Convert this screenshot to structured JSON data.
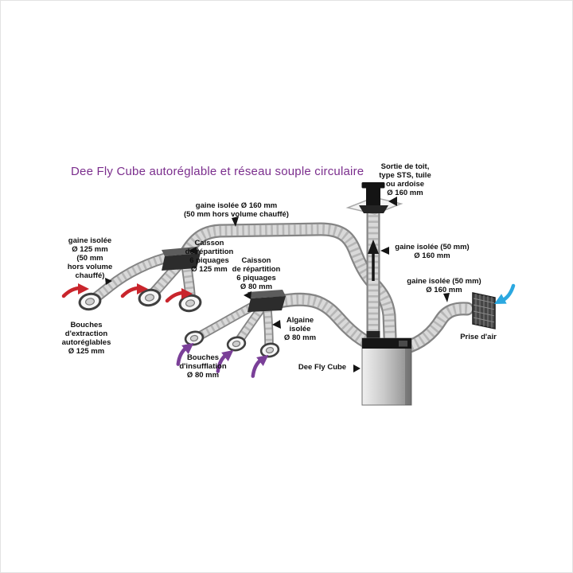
{
  "title": "Dee Fly Cube autoréglable et réseau souple circulaire",
  "colors": {
    "title_accent": "#7b2e8d",
    "extraction_arrow": "#c9252c",
    "insufflation_arrow": "#7a3f98",
    "air_intake_arrow": "#2ba8e0",
    "duct_body": "#d9d9d9",
    "duct_outline": "#848484"
  },
  "labels": {
    "gaine_160_top": {
      "line1": "gaine isolée Ø 160 mm",
      "line2": "(50 mm hors volume chauffé)"
    },
    "sortie_toit": {
      "line1": "Sortie de toit,",
      "line2": "type STS, tuile",
      "line3": "ou ardoise",
      "line4": "Ø 160 mm"
    },
    "gaine_50_upper": {
      "line1": "gaine isolée (50 mm)",
      "line2": "Ø 160 mm"
    },
    "gaine_50_lower": {
      "line1": "gaine isolée (50 mm)",
      "line2": "Ø 160 mm"
    },
    "gaine_125": {
      "line1": "gaine isolée",
      "line2": "Ø 125 mm",
      "line3": "(50 mm",
      "line4": "hors volume",
      "line5": "chauffé)"
    },
    "caisson_125": {
      "line1": "Caisson",
      "line2": "de répartition",
      "line3": "6 piquages",
      "line4": "Ø 125 mm"
    },
    "caisson_80": {
      "line1": "Caisson",
      "line2": "de répartition",
      "line3": "6 piquages",
      "line4": "Ø 80 mm"
    },
    "algaine": {
      "line1": "Algaine",
      "line2": "isolée",
      "line3": "Ø 80 mm"
    },
    "bouches_extraction": {
      "line1": "Bouches",
      "line2": "d'extraction",
      "line3": "autoréglables",
      "line4": "Ø 125 mm"
    },
    "bouches_insufflation": {
      "line1": "Bouches",
      "line2": "d'insufflation",
      "line3": "Ø 80 mm"
    },
    "dee_fly_cube": {
      "line1": "Dee Fly Cube"
    },
    "prise_air": {
      "line1": "Prise d'air"
    }
  }
}
